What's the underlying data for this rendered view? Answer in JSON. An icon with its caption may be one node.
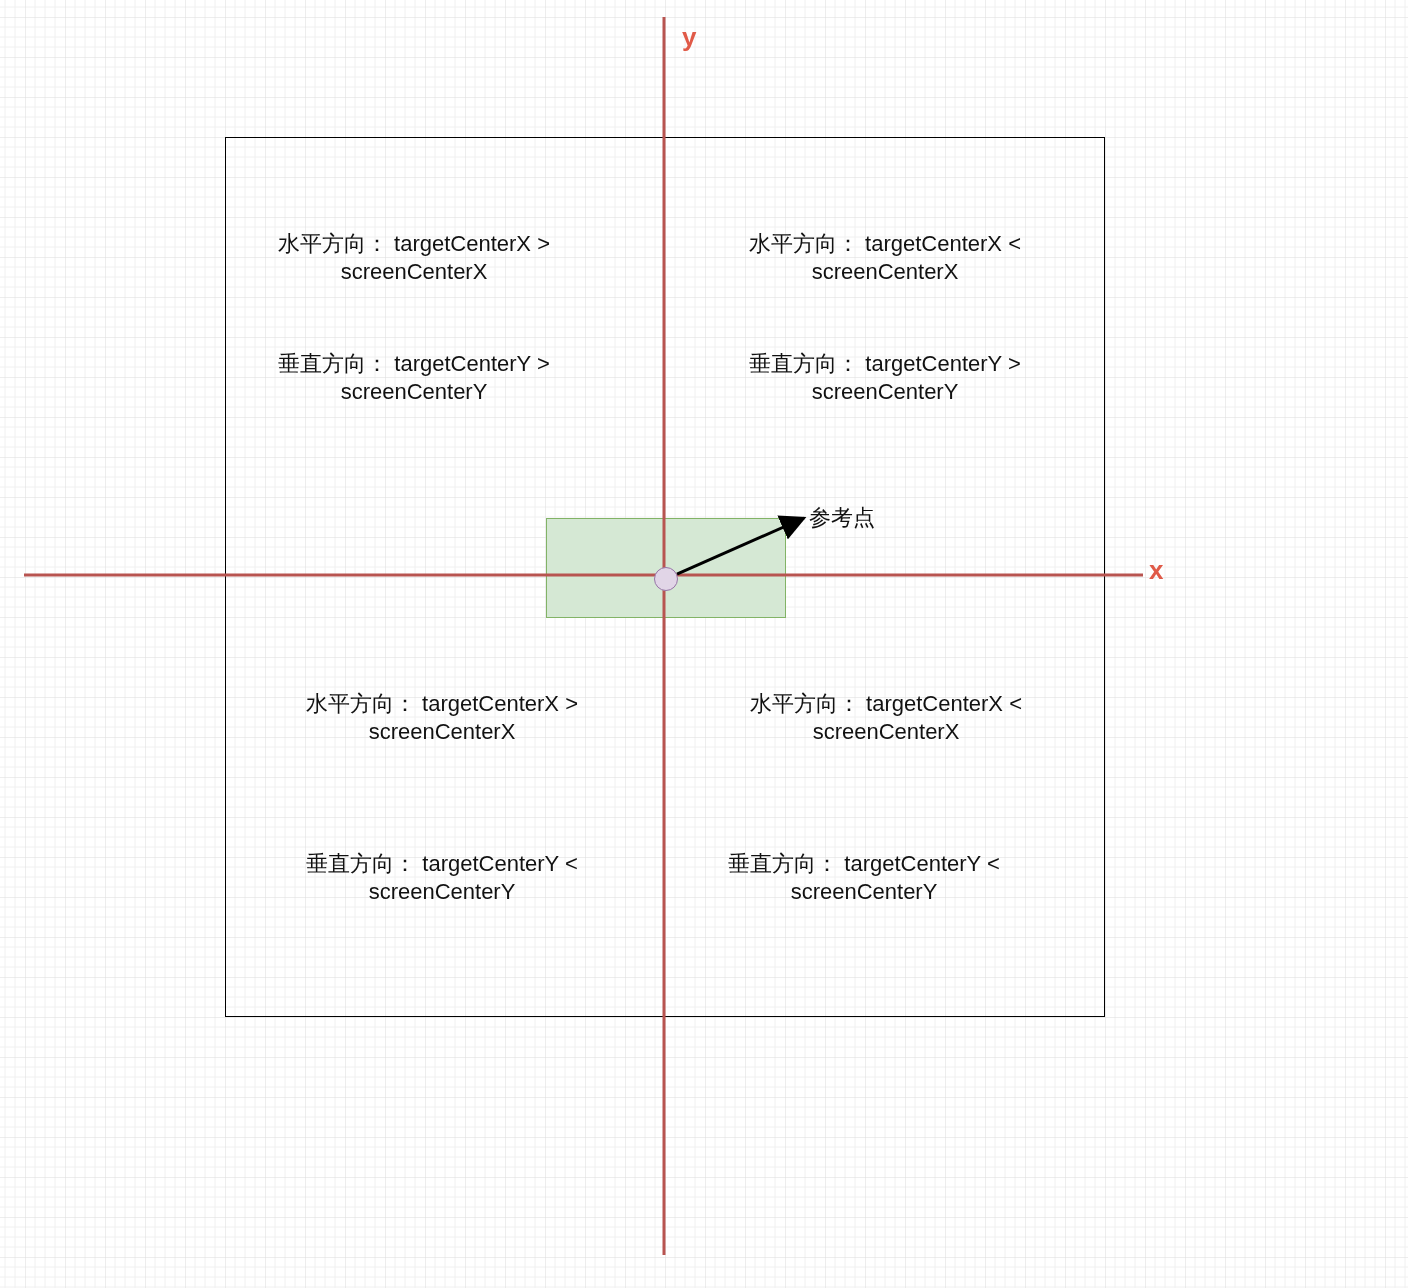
{
  "diagram": {
    "nodes": [
      {
        "text": [
          "水平方向： targetCenterX > screenCenterX",
          "垂直方向： targetCenterY > screenCenterY",
          "水平方向： targetCenterX < screenCenterX",
          "垂直方向： targetCenterY > screenCenterY",
          "水平方向： targetCenterX > screenCenterX",
          "垂直方向： targetCenterY < screenCenterY",
          "水平方向： targetCenterX < screenCenterX",
          "垂直方向： targetCenterY < screenCenterY"
        ]
      },
      {
        "text": [],
        "shape": "box",
        "in": 0
      },
      {
        "text": [],
        "shape": "circle",
        "in": 1
      },
      {
        "text": [
          "参考点"
        ],
        "in": 0
      }
    ],
    "edges": [
      {
        "from": 2,
        "to": 3,
        "arrow": "to"
      }
    ],
    "labels": [
      "y",
      "x"
    ]
  }
}
